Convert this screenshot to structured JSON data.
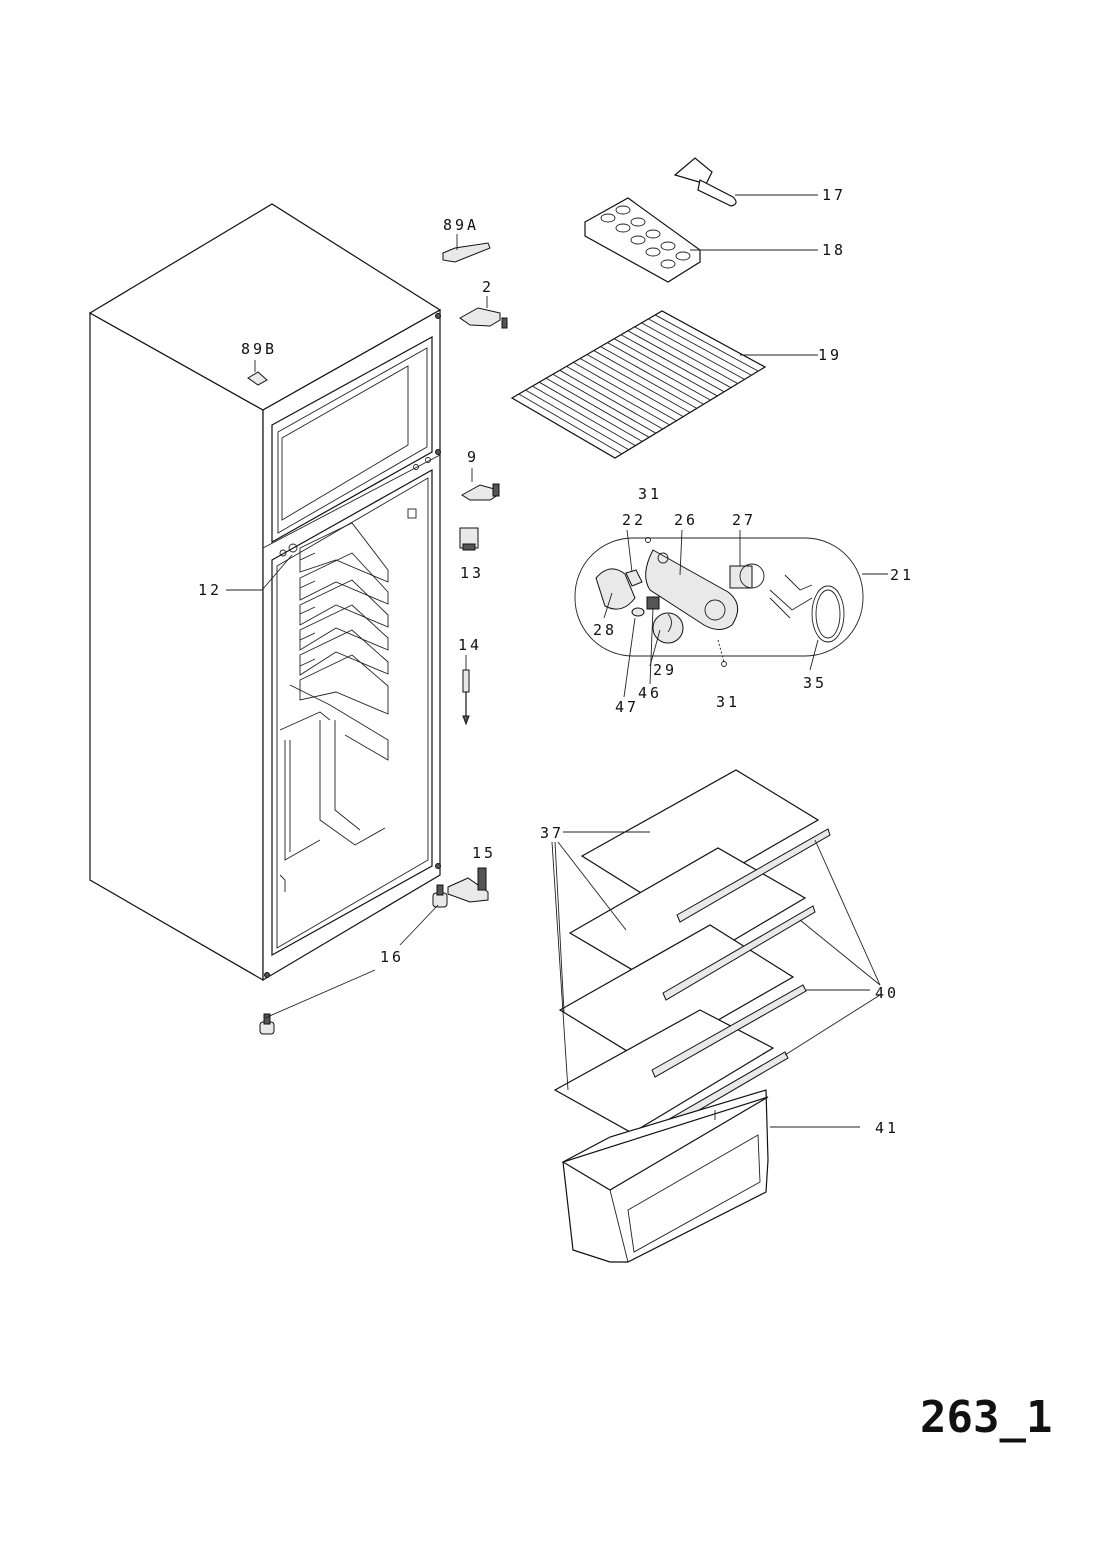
{
  "page_id": "263_1",
  "labels": {
    "p89a": "89A",
    "p89b": "89B",
    "p2": "2",
    "p9": "9",
    "p12": "12",
    "p13": "13",
    "p14": "14",
    "p15": "15",
    "p16": "16",
    "p17": "17",
    "p18": "18",
    "p19": "19",
    "p21": "21",
    "p22": "22",
    "p26": "26",
    "p27": "27",
    "p28": "28",
    "p29": "29",
    "p31a": "31",
    "p31b": "31",
    "p35": "35",
    "p37": "37",
    "p40": "40",
    "p41": "41",
    "p46": "46",
    "p47": "47"
  }
}
